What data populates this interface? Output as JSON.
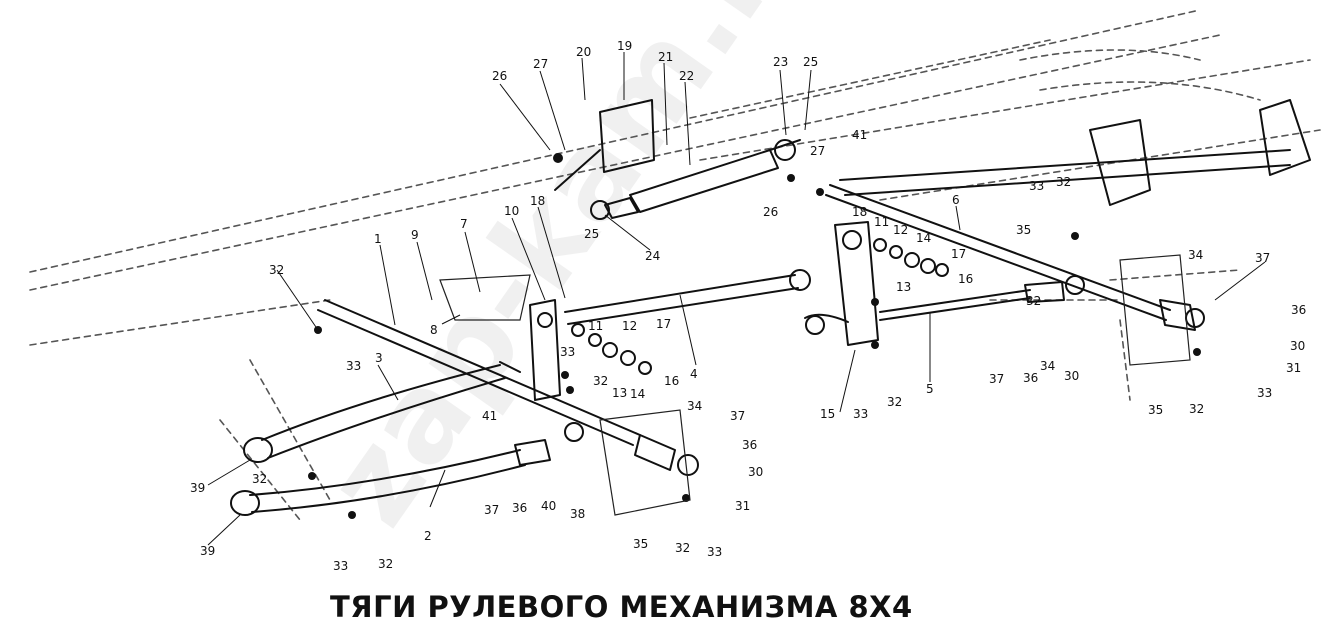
{
  "diagram": {
    "title": "ТЯГИ РУЛЕВОГО МЕХАНИЗМА 8Х4",
    "watermark": "zap-kam.ru",
    "callouts": [
      {
        "id": "c1",
        "text": "1"
      },
      {
        "id": "c2",
        "text": "2"
      },
      {
        "id": "c3",
        "text": "3"
      },
      {
        "id": "c4",
        "text": "4"
      },
      {
        "id": "c5",
        "text": "5"
      },
      {
        "id": "c6",
        "text": "6"
      },
      {
        "id": "c7",
        "text": "7"
      },
      {
        "id": "c8",
        "text": "8"
      },
      {
        "id": "c9",
        "text": "9"
      },
      {
        "id": "c10",
        "text": "10"
      },
      {
        "id": "c11a",
        "text": "11"
      },
      {
        "id": "c11b",
        "text": "11"
      },
      {
        "id": "c12a",
        "text": "12"
      },
      {
        "id": "c12b",
        "text": "12"
      },
      {
        "id": "c13a",
        "text": "13"
      },
      {
        "id": "c13b",
        "text": "13"
      },
      {
        "id": "c14a",
        "text": "14"
      },
      {
        "id": "c14b",
        "text": "14"
      },
      {
        "id": "c15",
        "text": "15"
      },
      {
        "id": "c16a",
        "text": "16"
      },
      {
        "id": "c16b",
        "text": "16"
      },
      {
        "id": "c17a",
        "text": "17"
      },
      {
        "id": "c17b",
        "text": "17"
      },
      {
        "id": "c18a",
        "text": "18"
      },
      {
        "id": "c18b",
        "text": "18"
      },
      {
        "id": "c19",
        "text": "19"
      },
      {
        "id": "c20",
        "text": "20"
      },
      {
        "id": "c21",
        "text": "21"
      },
      {
        "id": "c22",
        "text": "22"
      },
      {
        "id": "c23",
        "text": "23"
      },
      {
        "id": "c24",
        "text": "24"
      },
      {
        "id": "c25a",
        "text": "25"
      },
      {
        "id": "c25b",
        "text": "25"
      },
      {
        "id": "c26a",
        "text": "26"
      },
      {
        "id": "c26b",
        "text": "26"
      },
      {
        "id": "c27a",
        "text": "27"
      },
      {
        "id": "c27b",
        "text": "27"
      },
      {
        "id": "c30a",
        "text": "30"
      },
      {
        "id": "c30b",
        "text": "30"
      },
      {
        "id": "c30c",
        "text": "30"
      },
      {
        "id": "c31a",
        "text": "31"
      },
      {
        "id": "c31b",
        "text": "31"
      },
      {
        "id": "c32a",
        "text": "32"
      },
      {
        "id": "c32b",
        "text": "32"
      },
      {
        "id": "c32c",
        "text": "32"
      },
      {
        "id": "c32d",
        "text": "32"
      },
      {
        "id": "c32e",
        "text": "32"
      },
      {
        "id": "c32f",
        "text": "32"
      },
      {
        "id": "c32g",
        "text": "32"
      },
      {
        "id": "c32h",
        "text": "32"
      },
      {
        "id": "c32i",
        "text": "32"
      },
      {
        "id": "c33a",
        "text": "33"
      },
      {
        "id": "c33b",
        "text": "33"
      },
      {
        "id": "c33c",
        "text": "33"
      },
      {
        "id": "c33d",
        "text": "33"
      },
      {
        "id": "c33e",
        "text": "33"
      },
      {
        "id": "c33f",
        "text": "33"
      },
      {
        "id": "c33g",
        "text": "33"
      },
      {
        "id": "c34a",
        "text": "34"
      },
      {
        "id": "c34b",
        "text": "34"
      },
      {
        "id": "c34c",
        "text": "34"
      },
      {
        "id": "c35a",
        "text": "35"
      },
      {
        "id": "c35b",
        "text": "35"
      },
      {
        "id": "c35c",
        "text": "35"
      },
      {
        "id": "c36a",
        "text": "36"
      },
      {
        "id": "c36b",
        "text": "36"
      },
      {
        "id": "c36c",
        "text": "36"
      },
      {
        "id": "c36d",
        "text": "36"
      },
      {
        "id": "c37a",
        "text": "37"
      },
      {
        "id": "c37b",
        "text": "37"
      },
      {
        "id": "c37c",
        "text": "37"
      },
      {
        "id": "c37d",
        "text": "37"
      },
      {
        "id": "c38",
        "text": "38"
      },
      {
        "id": "c39a",
        "text": "39"
      },
      {
        "id": "c39b",
        "text": "39"
      },
      {
        "id": "c40",
        "text": "40"
      },
      {
        "id": "c41a",
        "text": "41"
      },
      {
        "id": "c41b",
        "text": "41"
      }
    ]
  }
}
